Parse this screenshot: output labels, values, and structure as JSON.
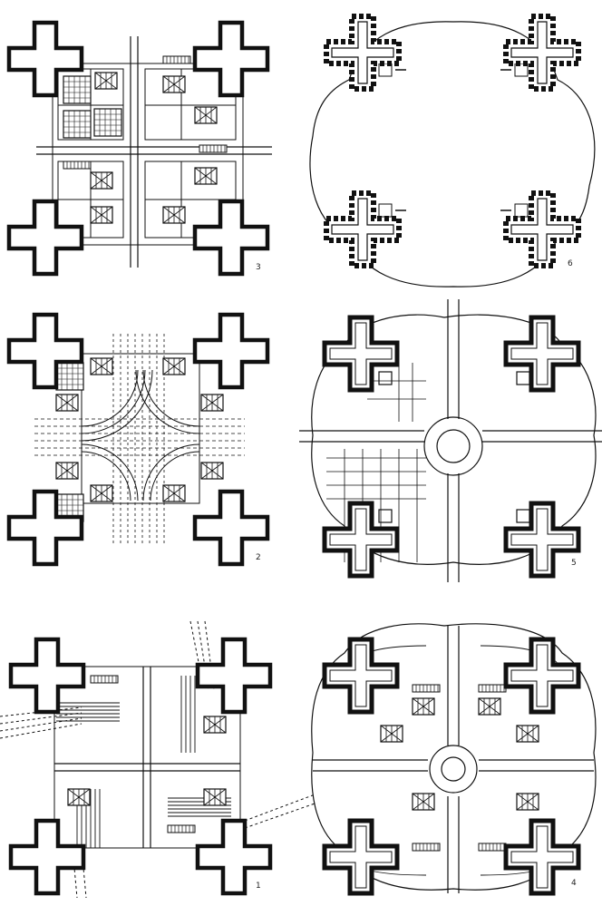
{
  "plates": [
    {
      "id": "plan-3",
      "number": "3"
    },
    {
      "id": "plan-6",
      "number": "6"
    },
    {
      "id": "plan-2",
      "number": "2"
    },
    {
      "id": "plan-5",
      "number": "5"
    },
    {
      "id": "plan-1",
      "number": "1"
    },
    {
      "id": "plan-4",
      "number": "4"
    }
  ],
  "ink": "#111111",
  "paper": "#ffffff"
}
